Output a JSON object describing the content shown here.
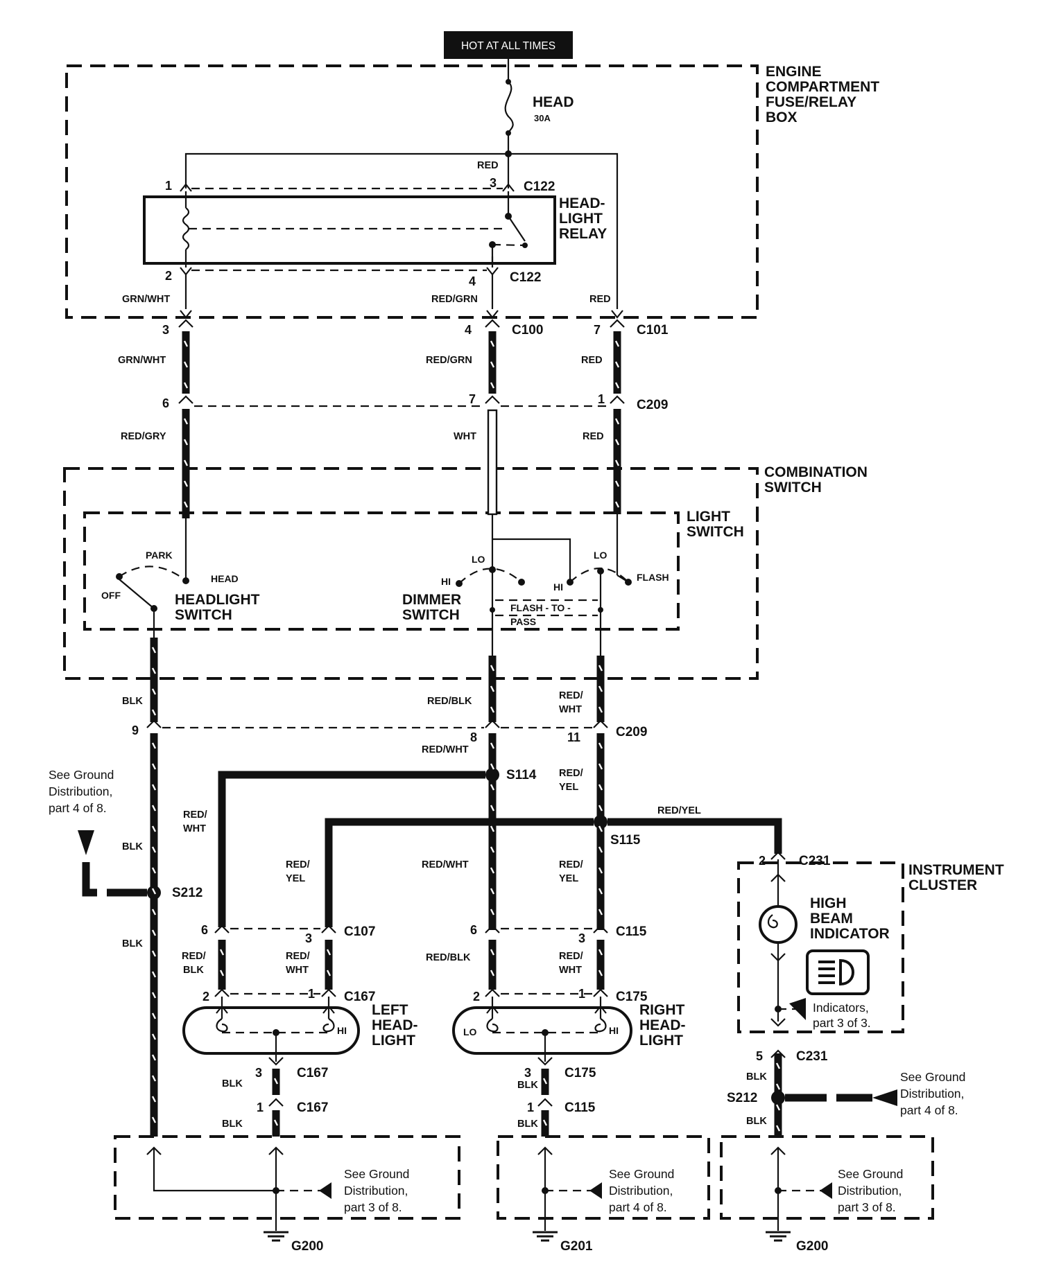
{
  "banner": "HOT AT ALL TIMES",
  "fuse": {
    "name": "HEAD",
    "rating": "30A"
  },
  "boxes": {
    "fuse_box": [
      "ENGINE",
      "COMPARTMENT",
      "FUSE/RELAY",
      "BOX"
    ],
    "combination_switch": [
      "COMBINATION",
      "SWITCH"
    ],
    "light_switch": [
      "LIGHT",
      "SWITCH"
    ],
    "instrument_cluster": [
      "INSTRUMENT",
      "CLUSTER"
    ]
  },
  "relay": {
    "label": [
      "HEAD-",
      "LIGHT",
      "RELAY"
    ]
  },
  "switches": {
    "headlight": {
      "label": [
        "HEADLIGHT",
        "SWITCH"
      ],
      "positions": [
        "PARK",
        "HEAD",
        "OFF"
      ]
    },
    "dimmer": {
      "label": [
        "DIMMER",
        "SWITCH"
      ],
      "positions": [
        "LO",
        "HI",
        "LO",
        "HI",
        "FLASH"
      ]
    },
    "flash_to_pass": [
      "FLASH - TO -",
      "PASS"
    ]
  },
  "connectors": {
    "c122_top": {
      "name": "C122",
      "pins": [
        "1",
        "3"
      ]
    },
    "c122_bottom": {
      "name": "C122",
      "pins": [
        "2",
        "4"
      ]
    },
    "c100": {
      "name": "C100",
      "pins": [
        "3",
        "4"
      ]
    },
    "c101": {
      "name": "C101",
      "pins": [
        "7"
      ]
    },
    "c209_upper": {
      "name": "C209",
      "pins": [
        "6",
        "7",
        "1"
      ]
    },
    "c209_lower": {
      "name": "C209",
      "pins": [
        "9",
        "8",
        "11"
      ]
    },
    "c107": {
      "name": "C107",
      "pins": [
        "6",
        "3"
      ]
    },
    "c115": {
      "name": "C115",
      "pins": [
        "6",
        "3"
      ]
    },
    "c167": {
      "name": "C167",
      "pins": [
        "2",
        "1"
      ]
    },
    "c175": {
      "name": "C175",
      "pins": [
        "2",
        "1"
      ]
    },
    "c167_gnd": {
      "name": "C167",
      "pins": [
        "3"
      ]
    },
    "c167_b": {
      "name": "C167",
      "pins": [
        "1"
      ]
    },
    "c175_gnd": {
      "name": "C175",
      "pins": [
        "3"
      ]
    },
    "c115_b": {
      "name": "C115",
      "pins": [
        "1"
      ]
    },
    "c231_top": {
      "name": "C231",
      "pins": [
        "2"
      ]
    },
    "c231_bottom": {
      "name": "C231",
      "pins": [
        "5"
      ]
    }
  },
  "splices": [
    "S114",
    "S115",
    "S212",
    "S212"
  ],
  "wires": {
    "red_top": "RED",
    "grn_wht": "GRN/WHT",
    "red_grn": "RED/GRN",
    "red": "RED",
    "red_gry": "RED/GRY",
    "wht": "WHT",
    "blk": "BLK",
    "red_blk": "RED/BLK",
    "red_wht": [
      "RED/",
      "WHT"
    ],
    "red_wht_1": "RED/WHT",
    "red_yel": [
      "RED/",
      "YEL"
    ],
    "red_yel_1": "RED/YEL"
  },
  "lamps": {
    "left": {
      "label": [
        "LEFT",
        "HEAD-",
        "LIGHT"
      ],
      "hi": "HI"
    },
    "right": {
      "label": [
        "RIGHT",
        "HEAD-",
        "LIGHT"
      ],
      "lo": "LO",
      "hi": "HI"
    }
  },
  "indicator": {
    "label": [
      "HIGH",
      "BEAM",
      "INDICATOR"
    ],
    "note": [
      "Indicators,",
      "part 3 of 3."
    ]
  },
  "ground_notes": {
    "gd_4of8": [
      "See Ground",
      "Distribution,",
      "part 4 of 8."
    ],
    "gd_3of8": [
      "See Ground",
      "Distribution,",
      "part 3 of 8."
    ]
  },
  "grounds": [
    "G200",
    "G201",
    "G200"
  ],
  "colors": {
    "ink": "#111111",
    "paper": "#ffffff"
  }
}
